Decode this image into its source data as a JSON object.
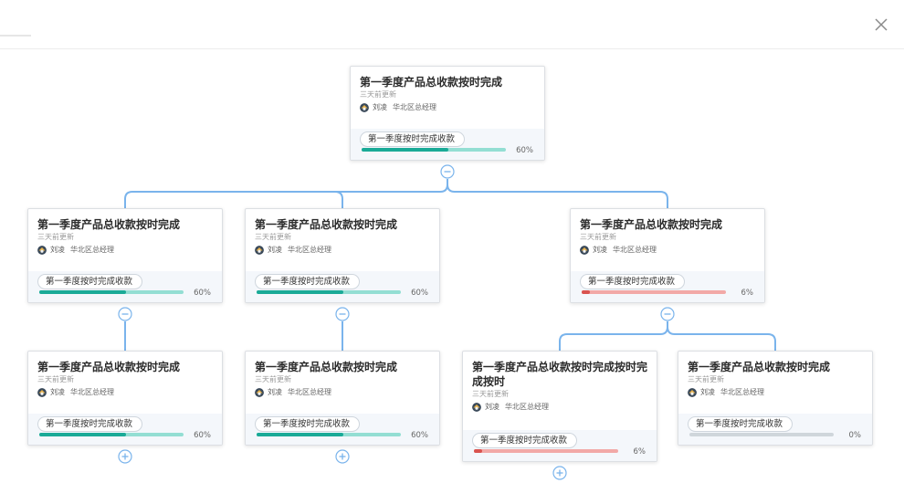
{
  "dialog": {
    "close_label": "×"
  },
  "colors": {
    "connector": "#7ab4ec",
    "teal_fill": "#1aaa97",
    "teal_track": "#93ded3",
    "red_fill": "#d9534f",
    "red_track": "#f2a9a7",
    "grey_track": "#cfd6db"
  },
  "nodes": [
    {
      "title": "第一季度产品总收款按时完成",
      "updated": "三天前更新",
      "owner": "刘凌",
      "role": "华北区总经理",
      "tag": "第一季度按时完成收款",
      "progress": 60,
      "progress_label": "60%",
      "theme": "teal",
      "toggle": "collapse"
    },
    {
      "title": "第一季度产品总收款按时完成",
      "updated": "三天前更新",
      "owner": "刘凌",
      "role": "华北区总经理",
      "tag": "第一季度按时完成收款",
      "progress": 60,
      "progress_label": "60%",
      "theme": "teal",
      "toggle": "collapse"
    },
    {
      "title": "第一季度产品总收款按时完成",
      "updated": "三天前更新",
      "owner": "刘凌",
      "role": "华北区总经理",
      "tag": "第一季度按时完成收款",
      "progress": 60,
      "progress_label": "60%",
      "theme": "teal",
      "toggle": "collapse"
    },
    {
      "title": "第一季度产品总收款按时完成",
      "updated": "三天前更新",
      "owner": "刘凌",
      "role": "华北区总经理",
      "tag": "第一季度按时完成收款",
      "progress": 6,
      "progress_label": "6%",
      "theme": "red",
      "toggle": "collapse"
    },
    {
      "title": "第一季度产品总收款按时完成",
      "updated": "三天前更新",
      "owner": "刘凌",
      "role": "华北区总经理",
      "tag": "第一季度按时完成收款",
      "progress": 60,
      "progress_label": "60%",
      "theme": "teal",
      "toggle": "expand"
    },
    {
      "title": "第一季度产品总收款按时完成",
      "updated": "三天前更新",
      "owner": "刘凌",
      "role": "华北区总经理",
      "tag": "第一季度按时完成收款",
      "progress": 60,
      "progress_label": "60%",
      "theme": "teal",
      "toggle": "expand"
    },
    {
      "title": "第一季度产品总收款按时完成按时完成按时",
      "updated": "三天前更新",
      "owner": "刘凌",
      "role": "华北区总经理",
      "tag": "第一季度按时完成收款",
      "progress": 6,
      "progress_label": "6%",
      "theme": "red",
      "toggle": "expand"
    },
    {
      "title": "第一季度产品总收款按时完成",
      "updated": "三天前更新",
      "owner": "刘凌",
      "role": "华北区总经理",
      "tag": "第一季度按时完成收款",
      "progress": 0,
      "progress_label": "0%",
      "theme": "grey",
      "toggle": "none"
    }
  ]
}
